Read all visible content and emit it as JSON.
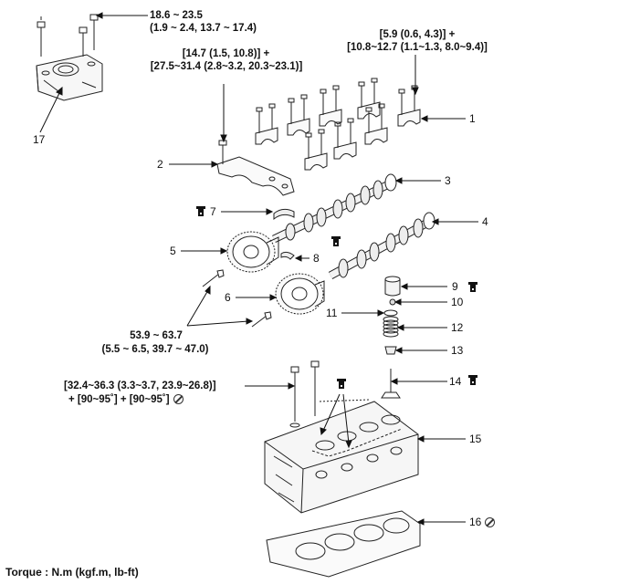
{
  "torque_specs": {
    "bracket_bolts": [
      "18.6 ~ 23.5",
      "(1.9 ~ 2.4, 13.7 ~ 17.4)"
    ],
    "cam_cap_bolts": [
      "[5.9 (0.6, 4.3)] +",
      "[10.8~12.7 (1.1~1.3, 8.0~9.4)]"
    ],
    "front_cap_bolts": [
      "[14.7 (1.5, 10.8)] +",
      "[27.5~31.4 (2.8~3.2, 20.3~23.1)]"
    ],
    "cvvt_bolts": [
      "53.9 ~ 63.7",
      "(5.5 ~ 6.5, 39.7 ~ 47.0)"
    ],
    "head_bolts": [
      "[32.4~36.3 (3.3~3.7, 23.9~26.8)]",
      "+ [90~95˚] + [90~95˚]"
    ]
  },
  "callouts": [
    "1",
    "2",
    "3",
    "4",
    "5",
    "6",
    "7",
    "8",
    "9",
    "10",
    "11",
    "12",
    "13",
    "14",
    "15",
    "16",
    "17"
  ],
  "footer": "Torque : N.m (kgf.m, lb-ft)",
  "icons": {
    "oil": "oil-can-icon",
    "no_reuse": "no-reuse-icon"
  }
}
